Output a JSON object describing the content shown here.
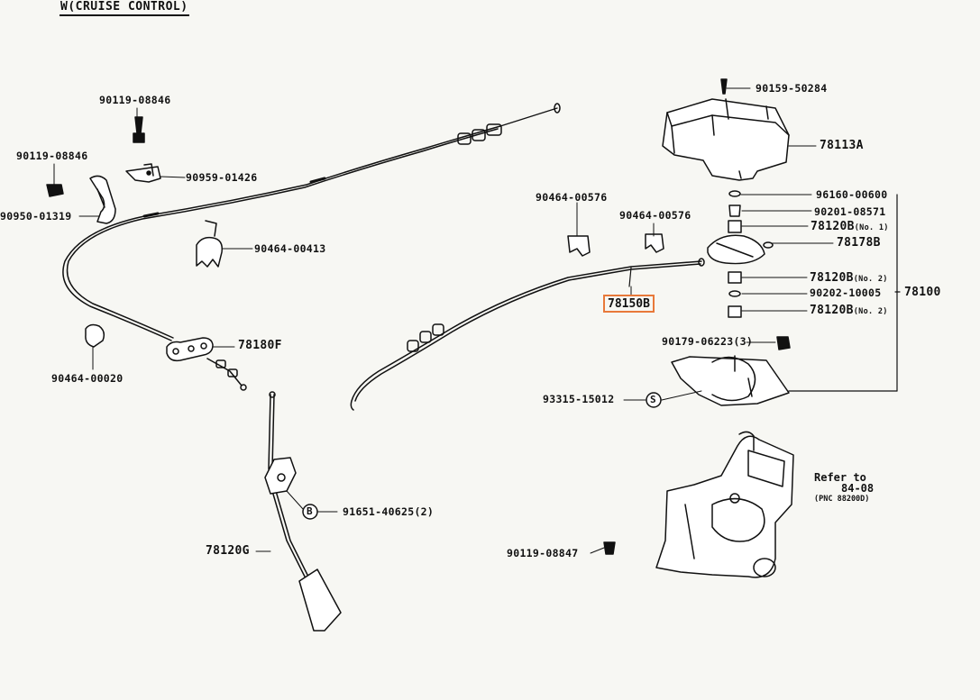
{
  "title": "W(CRUISE CONTROL)",
  "labels": {
    "p_90119_08846_a": "90119-08846",
    "p_90119_08846_b": "90119-08846",
    "p_90959_01426": "90959-01426",
    "p_90950_01319": "90950-01319",
    "p_90464_00413": "90464-00413",
    "p_90464_00576_a": "90464-00576",
    "p_90464_00576_b": "90464-00576",
    "p_90159_50284": "90159-50284",
    "p_78113A": "78113A",
    "p_96160_00600": "96160-00600",
    "p_90201_08571": "90201-08571",
    "p_78120B_no1": "78120B",
    "p_78120B_no1_sfx": "(No. 1)",
    "p_78178B": "78178B",
    "p_78120B_no2a": "78120B",
    "p_78120B_no2a_sfx": "(No. 2)",
    "p_90202_10005": "90202-10005",
    "p_78100": "78100",
    "p_78120B_no2b": "78120B",
    "p_78120B_no2b_sfx": "(No. 2)",
    "p_78150B": "78150B",
    "p_78180F": "78180F",
    "p_90464_00020": "90464-00020",
    "p_90179_06223": "90179-06223(3)",
    "p_93315_15012": "93315-15012",
    "p_91651_40625": "91651-40625(2)",
    "p_78120G": "78120G",
    "p_90119_08847": "90119-08847",
    "marker_s": "S",
    "marker_b": "B"
  },
  "refer": {
    "line1": "Refer to",
    "line2": "84-08",
    "line3": "(PNC 88200D)"
  },
  "colors": {
    "ink": "#111111",
    "paper": "#f7f7f3",
    "highlight": "#e8793a"
  }
}
